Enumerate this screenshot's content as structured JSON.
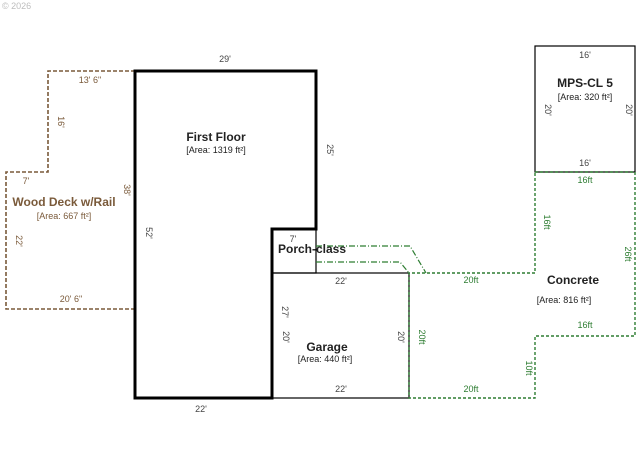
{
  "watermark": "© 2026",
  "colors": {
    "structure": "#000000",
    "deck": "#7a5a3a",
    "concrete": "#2e7d32",
    "text": "#222222",
    "dim_text": "#444444"
  },
  "rooms": {
    "first_floor": {
      "name": "First Floor",
      "area": "[Area: 1319 ft²]"
    },
    "deck": {
      "name": "Wood Deck w/Rail",
      "area": "[Area: 667 ft²]"
    },
    "mps": {
      "name": "MPS-CL 5",
      "area": "[Area: 320 ft²]"
    },
    "porch": {
      "name": "Porch-class"
    },
    "concrete": {
      "name": "Concrete",
      "area": "[Area: 816 ft²]"
    },
    "garage": {
      "name": "Garage",
      "area": "[Area: 440 ft²]"
    }
  },
  "dimensions": {
    "ff_top": "29'",
    "ff_right": "25'",
    "ff_left": "52'",
    "ff_bottom": "22'",
    "ff_notch": "7'",
    "deck_top": "13' 6\"",
    "deck_step_v": "16'",
    "deck_step_h": "7'",
    "deck_right": "38'",
    "deck_left": "22'",
    "deck_bottom": "20' 6\"",
    "mps_top": "16'",
    "mps_bottom": "16'",
    "mps_left": "20'",
    "mps_right": "20'",
    "garage_top": "22'",
    "garage_bottom": "22'",
    "garage_left": "20'",
    "garage_right": "20'",
    "garage_porch": "27'",
    "con_top": "16ft",
    "con_v": "16ft",
    "con_right": "26ft",
    "con_mid": "20ft",
    "con_step": "16ft",
    "con_left": "20ft",
    "con_bottom_v": "10ft",
    "con_bottom": "20ft"
  }
}
